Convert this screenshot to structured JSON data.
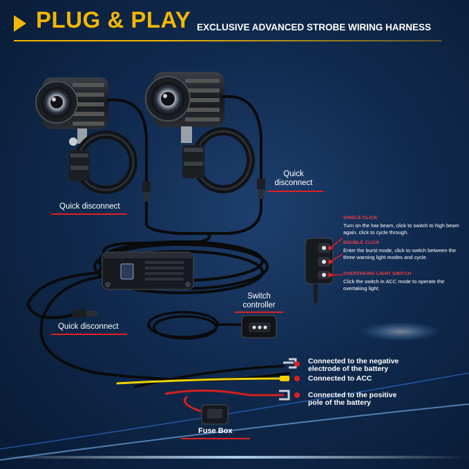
{
  "header": {
    "title": "PLUG & PLAY",
    "subtitle": "EXCLUSIVE ADVANCED STROBE WIRING HARNESS"
  },
  "labels": {
    "quick_disconnect_left": "Quick disconnect",
    "quick_disconnect_right": "Quick disconnect",
    "quick_disconnect_bottom": "Quick disconnect",
    "switch_controller": "Switch controller",
    "fuse_box": "Fuse Box"
  },
  "switch_info": [
    {
      "title": "SINGLE CLICK",
      "body": "Turn on the low beam, click to switch to high beam again, click to cycle through."
    },
    {
      "title": "DOUBLE CLICK",
      "body": "Enter the burst mode, click to switch between the three warning light modes and cycle."
    },
    {
      "title": "OVERTAKING LIGHT SWITCH",
      "body": "Click the switch in ACC mode to operate the overtaking light."
    }
  ],
  "connections": [
    {
      "text": "Connected to the negative electrode of the battery"
    },
    {
      "text": "Connected to ACC"
    },
    {
      "text": "Connected to the positive pole of the battery"
    }
  ],
  "colors": {
    "accent": "#f2b705",
    "marker": "#e02020",
    "background": "#102a4e",
    "wire": "#0a0a0a"
  }
}
